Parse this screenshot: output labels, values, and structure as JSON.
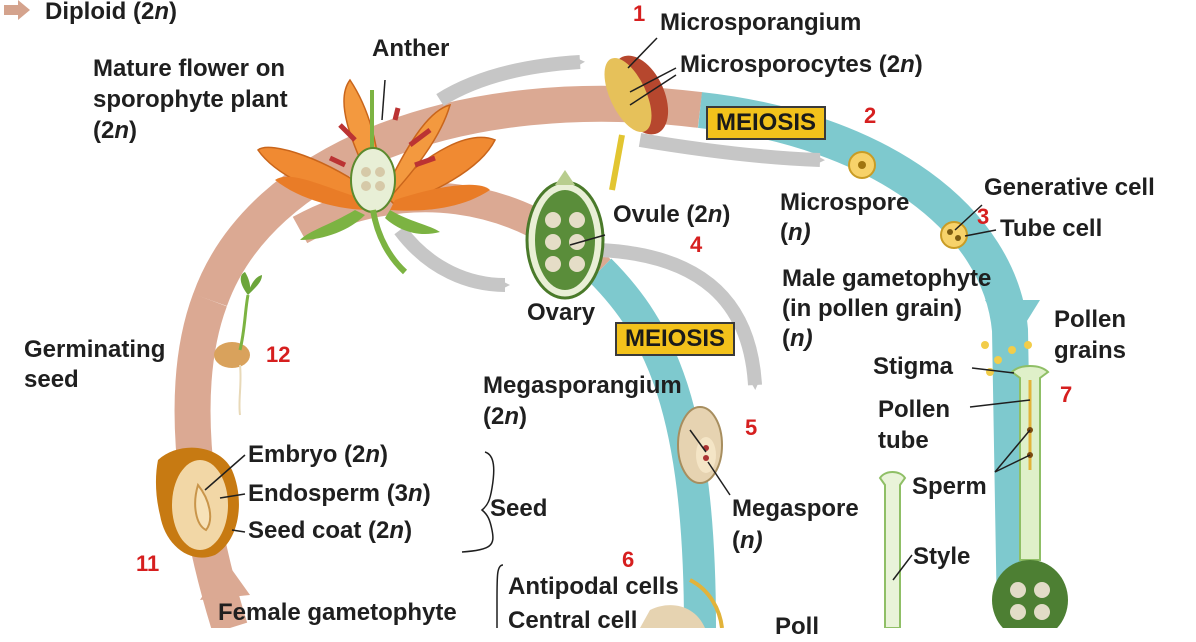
{
  "legend": {
    "diploid_label": "Diploid (2",
    "diploid_italic": "n",
    "diploid_close": ")",
    "arrow_color": "#d4a38d"
  },
  "colors": {
    "diploid_band": "#dba993",
    "haploid_band": "#7ec9ce",
    "gray_arrow": "#c6c6c6",
    "step_number": "#d61f1f",
    "meiosis_box": "#f3c21b"
  },
  "labels": {
    "microsporangium": "Microsporangium",
    "microsporocytes": "Microsporocytes (2",
    "anther": "Anther",
    "mature_flower_1": "Mature flower on",
    "mature_flower_2": "sporophyte plant",
    "mature_flower_3": "(2",
    "meiosis_top": "MEIOSIS",
    "microspore_1": "Microspore",
    "microspore_2": "(",
    "generative_cell": "Generative cell",
    "tube_cell": "Tube cell",
    "ovule": "Ovule (2",
    "ovary": "Ovary",
    "male_gameto_1": "Male gametophyte",
    "male_gameto_2": "(in pollen grain)",
    "male_gameto_3": "(",
    "pollen_grains_1": "Pollen",
    "pollen_grains_2": "grains",
    "meiosis_mid": "MEIOSIS",
    "germinating_1": "Germinating",
    "germinating_2": "seed",
    "stigma": "Stigma",
    "pollen_tube_1": "Pollen",
    "pollen_tube_2": "tube",
    "megasporangium_1": "Megasporangium",
    "megasporangium_2": "(2",
    "embryo": "Embryo (2",
    "endosperm": "Endosperm (3",
    "seed_coat": "Seed coat (2",
    "seed": "Seed",
    "sperm": "Sperm",
    "megaspore_1": "Megaspore",
    "megaspore_2": "(",
    "style": "Style",
    "antipodal": "Antipodal cells",
    "central_cell": "Central cell",
    "female_gameto": "Female gametophyte",
    "pollen_partial": "Poll",
    "italic_n": "n",
    "close_paren": ")",
    "italic_n_close": "n)"
  },
  "steps": [
    "1",
    "2",
    "3",
    "4",
    "5",
    "6",
    "7",
    "11",
    "12"
  ]
}
